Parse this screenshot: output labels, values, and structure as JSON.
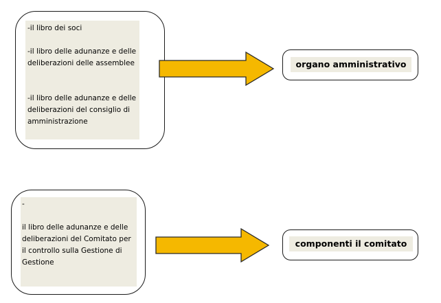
{
  "rows": [
    {
      "source_lines": [
        "-il libro dei soci",
        "",
        "-il libro delle adunanze e delle",
        "deliberazioni delle assemblee",
        "",
        "",
        "-il libro delle adunanze e delle",
        "deliberazioni del consiglio di",
        "amministrazione"
      ],
      "target_label": "organo amministrativo"
    },
    {
      "source_lines": [
        "-",
        "",
        " il libro delle adunanze e delle",
        "deliberazioni del Comitato per",
        "il controllo sulla Gestione di",
        "Gestione"
      ],
      "target_label": "componenti il comitato"
    }
  ],
  "colors": {
    "arrow_fill": "#f5b800",
    "arrow_stroke": "#2a2a2a",
    "shade": "#eeece1",
    "border": "#1a1a1a"
  }
}
